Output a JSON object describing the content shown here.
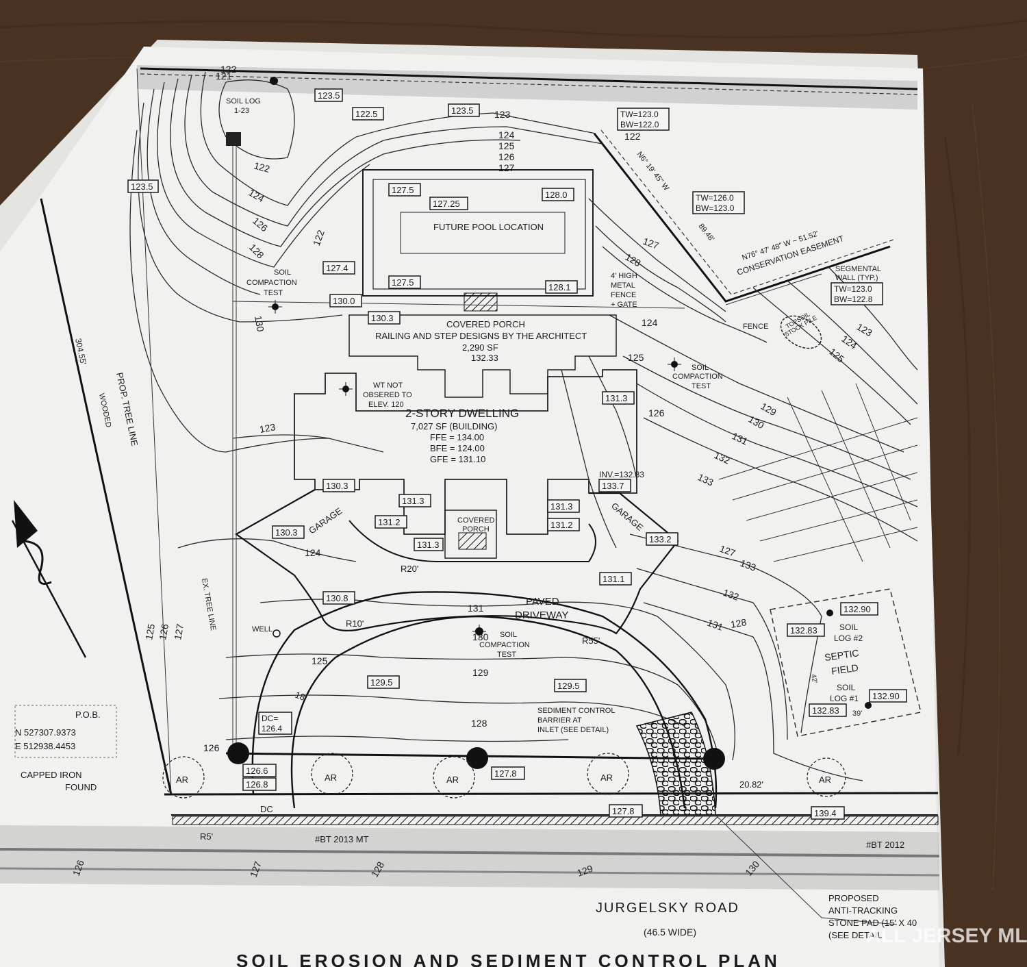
{
  "colors": {
    "table": "#4a3222",
    "paper": "#f1f1ef",
    "ink": "#1b1b1b"
  },
  "title": "SOIL EROSION AND SEDIMENT CONTROL PLAN",
  "watermark": "ALL JERSEY MLS",
  "road": {
    "name": "JURGELSKY ROAD",
    "width": "(46.5 WIDE)"
  },
  "soil_log_1": {
    "title": "SOIL LOG",
    "id": "1-23"
  },
  "pool": "FUTURE POOL LOCATION",
  "covered_porch_rear": {
    "title": "COVERED PORCH",
    "note": "RAILING AND STEP DESIGNS BY THE ARCHITECT",
    "area": "2,290 SF",
    "elev": "132.33"
  },
  "dwelling": {
    "title": "2-STORY DWELLING",
    "area": "7,027 SF (BUILDING)",
    "ffe": "FFE = 134.00",
    "bfe": "BFE = 124.00",
    "gfe": "GFE = 131.10"
  },
  "wt_note": [
    "WT NOT",
    "OBSERED TO",
    "ELEV. 120"
  ],
  "soil_compaction": [
    "SOIL",
    "COMPACTION",
    "TEST"
  ],
  "fence_note": [
    "4' HIGH",
    "METAL",
    "FENCE",
    "+ GATE"
  ],
  "fence": "FENCE",
  "tw_bw_top": [
    "TW=123.0",
    "BW=122.0"
  ],
  "tw_bw_mid": [
    "TW=126.0",
    "BW=123.0"
  ],
  "tw_bw_wall": [
    "TW=123.0",
    "BW=122.8"
  ],
  "segmental_wall": [
    "SEGMENTAL",
    "WALL (TYP.)"
  ],
  "conservation": "CONSERVATION EASEMENT",
  "bearing_1": "N76° 47' 48\" W ~ 51.52'",
  "bearing_2": "N6° 19' 45\" W",
  "bearing_2_len": "89.48'",
  "topsoil": [
    "TOPSOIL",
    "STOCK PILE"
  ],
  "garage": "GARAGE",
  "covered_porch_front": [
    "COVERED",
    "PORCH"
  ],
  "driveway": [
    "PAVED",
    "DRIVEWAY"
  ],
  "radii": {
    "r10": "R10'",
    "r20": "R20'",
    "r55": "R55'",
    "r5": "R5'"
  },
  "well": "WELL",
  "sediment": [
    "SEDIMENT CONTROL",
    "BARRIER AT",
    "INLET (SEE DETAIL)"
  ],
  "dc": [
    "DC=",
    "126.4"
  ],
  "dc_short": "DC",
  "pob": {
    "title": "P.O.B.",
    "n": "N 527307.9373",
    "e": "E 512938.4453"
  },
  "capped_iron": [
    "CAPPED IRON",
    "FOUND"
  ],
  "tree_line": [
    "PROP. TREE LINE",
    "WOODED"
  ],
  "ex_tree_line": "EX. TREE LINE",
  "dim_304": "304.55'",
  "dim_18": "18'",
  "dim_2082": "20.82'",
  "dim_42": "42'",
  "dim_39": "39'",
  "septic": {
    "title": [
      "SEPTIC",
      "FIELD"
    ],
    "soil_log_2": [
      "SOIL",
      "LOG #2"
    ],
    "soil_log_1": [
      "SOIL",
      "LOG #1"
    ]
  },
  "anti_tracking": [
    "PROPOSED",
    "ANTI-TRACKING",
    "STONE PAD (15' X 40",
    "(SEE DETAIL"
  ],
  "bt_2013": "#BT 2013 MT",
  "bt_2012": "#BT 2012",
  "ar": "AR",
  "inv": "INV.=132.83",
  "spot_elevations": {
    "e1235a": "123.5",
    "e1225": "122.5",
    "e1235b": "123.5",
    "e1235c": "123.5",
    "e1275a": "127.5",
    "e12725": "127.25",
    "e1280": "128.0",
    "e1274": "127.4",
    "e1275b": "127.5",
    "e1281": "128.1",
    "e1300": "130.0",
    "e1303a": "130.3",
    "e1313a": "131.3",
    "e1303b": "130.3",
    "e1313b": "131.3",
    "e1312a": "131.2",
    "e1313c": "131.3",
    "e1313d": "131.3",
    "e1312b": "131.2",
    "e1337": "133.7",
    "e1303c": "130.3",
    "e1332": "133.2",
    "e1311": "131.1",
    "e1308": "130.8",
    "e1295a": "129.5",
    "e1295b": "129.5",
    "e1266": "126.6",
    "e1268": "126.8",
    "e1278a": "127.8",
    "e1278b": "127.8",
    "e1394": "139.4",
    "e13290a": "132.90",
    "e13283a": "132.83",
    "e13283b": "132.83",
    "e13290b": "132.90"
  },
  "contour_labels": {
    "c122a": "122",
    "c121": "121",
    "c123": "123",
    "c124": "124",
    "c125": "125",
    "c126": "126",
    "c127": "127",
    "c122b": "122",
    "c124b": "124",
    "c126b": "126",
    "c128": "128",
    "c130": "130",
    "c122c": "122",
    "c127b": "127",
    "c128b": "128",
    "c124c": "124",
    "c125b": "125",
    "c126c": "126",
    "c129": "129",
    "c130b": "130",
    "c131": "131",
    "c132": "132",
    "c133": "133",
    "c123b": "123",
    "c124d": "124",
    "c125c": "125",
    "c124e": "124",
    "c123c": "123",
    "c127c": "127",
    "c133b": "133",
    "c132b": "132",
    "c131b": "131",
    "c128c": "128",
    "c131c": "131",
    "c130c": "130",
    "c125d": "125",
    "c129b": "129",
    "c128d": "128",
    "c126d": "126",
    "c125e": "125",
    "c126e": "126",
    "c127d": "127",
    "c126f": "126",
    "c127e": "127",
    "c128e": "128",
    "c129c": "129",
    "c130d": "130",
    "c122d": "122"
  }
}
